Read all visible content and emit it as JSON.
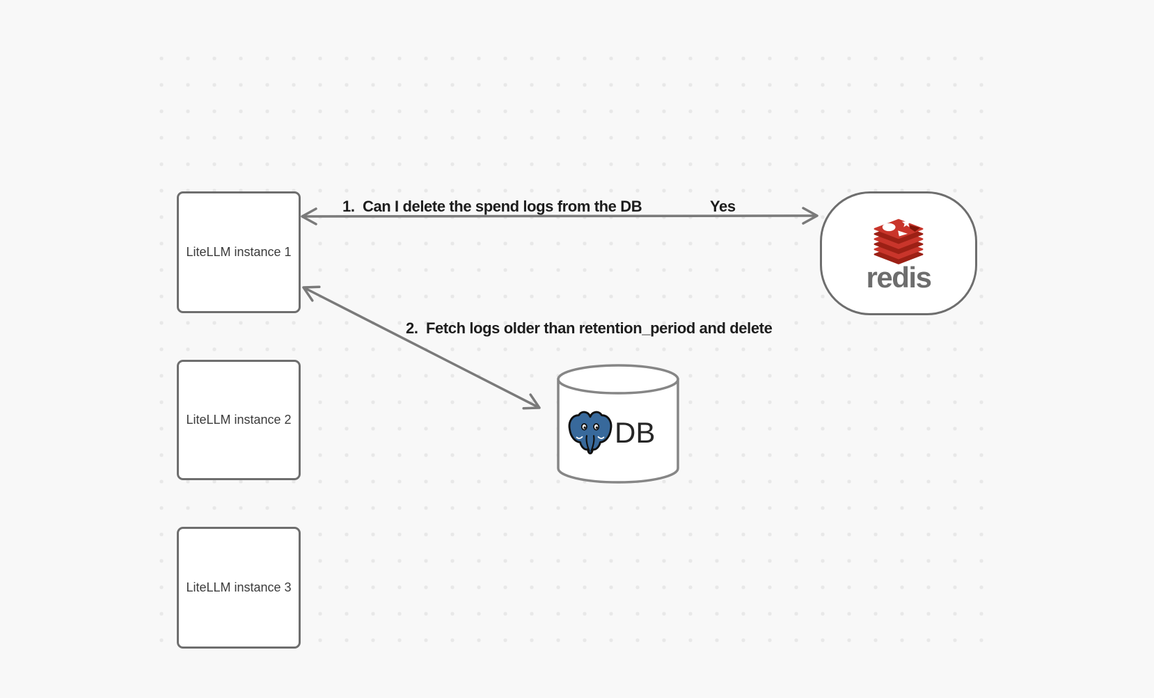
{
  "diagram": {
    "nodes": {
      "instances": [
        {
          "label": "LiteLLM instance 1"
        },
        {
          "label": "LiteLLM instance 2"
        },
        {
          "label": "LiteLLM instance 3"
        }
      ],
      "redis": {
        "wordmark": "redis"
      },
      "database": {
        "label": "DB",
        "logo": "postgresql-elephant"
      }
    },
    "arrows": [
      {
        "label": "1.  Can I delete the spend logs from the DB",
        "response": "Yes",
        "from": "redis",
        "to": "LiteLLM instance 1",
        "heads": "both"
      },
      {
        "label": "2.  Fetch logs older than retention_period and delete",
        "from": "LiteLLM instance 1",
        "to": "DB",
        "heads": "both"
      }
    ],
    "colors": {
      "background": "#f8f8f8",
      "dot": "#e8e8e8",
      "shape_border": "#6e6e6e",
      "arrow": "#7a7a7a",
      "label_text": "#1d1d1d",
      "node_text": "#3b3b3b",
      "redis_red": "#c9352b",
      "redis_red_dark": "#9c2015",
      "redis_wordmark_gray": "#6d6d6d",
      "postgres_blue": "#38699b"
    }
  }
}
